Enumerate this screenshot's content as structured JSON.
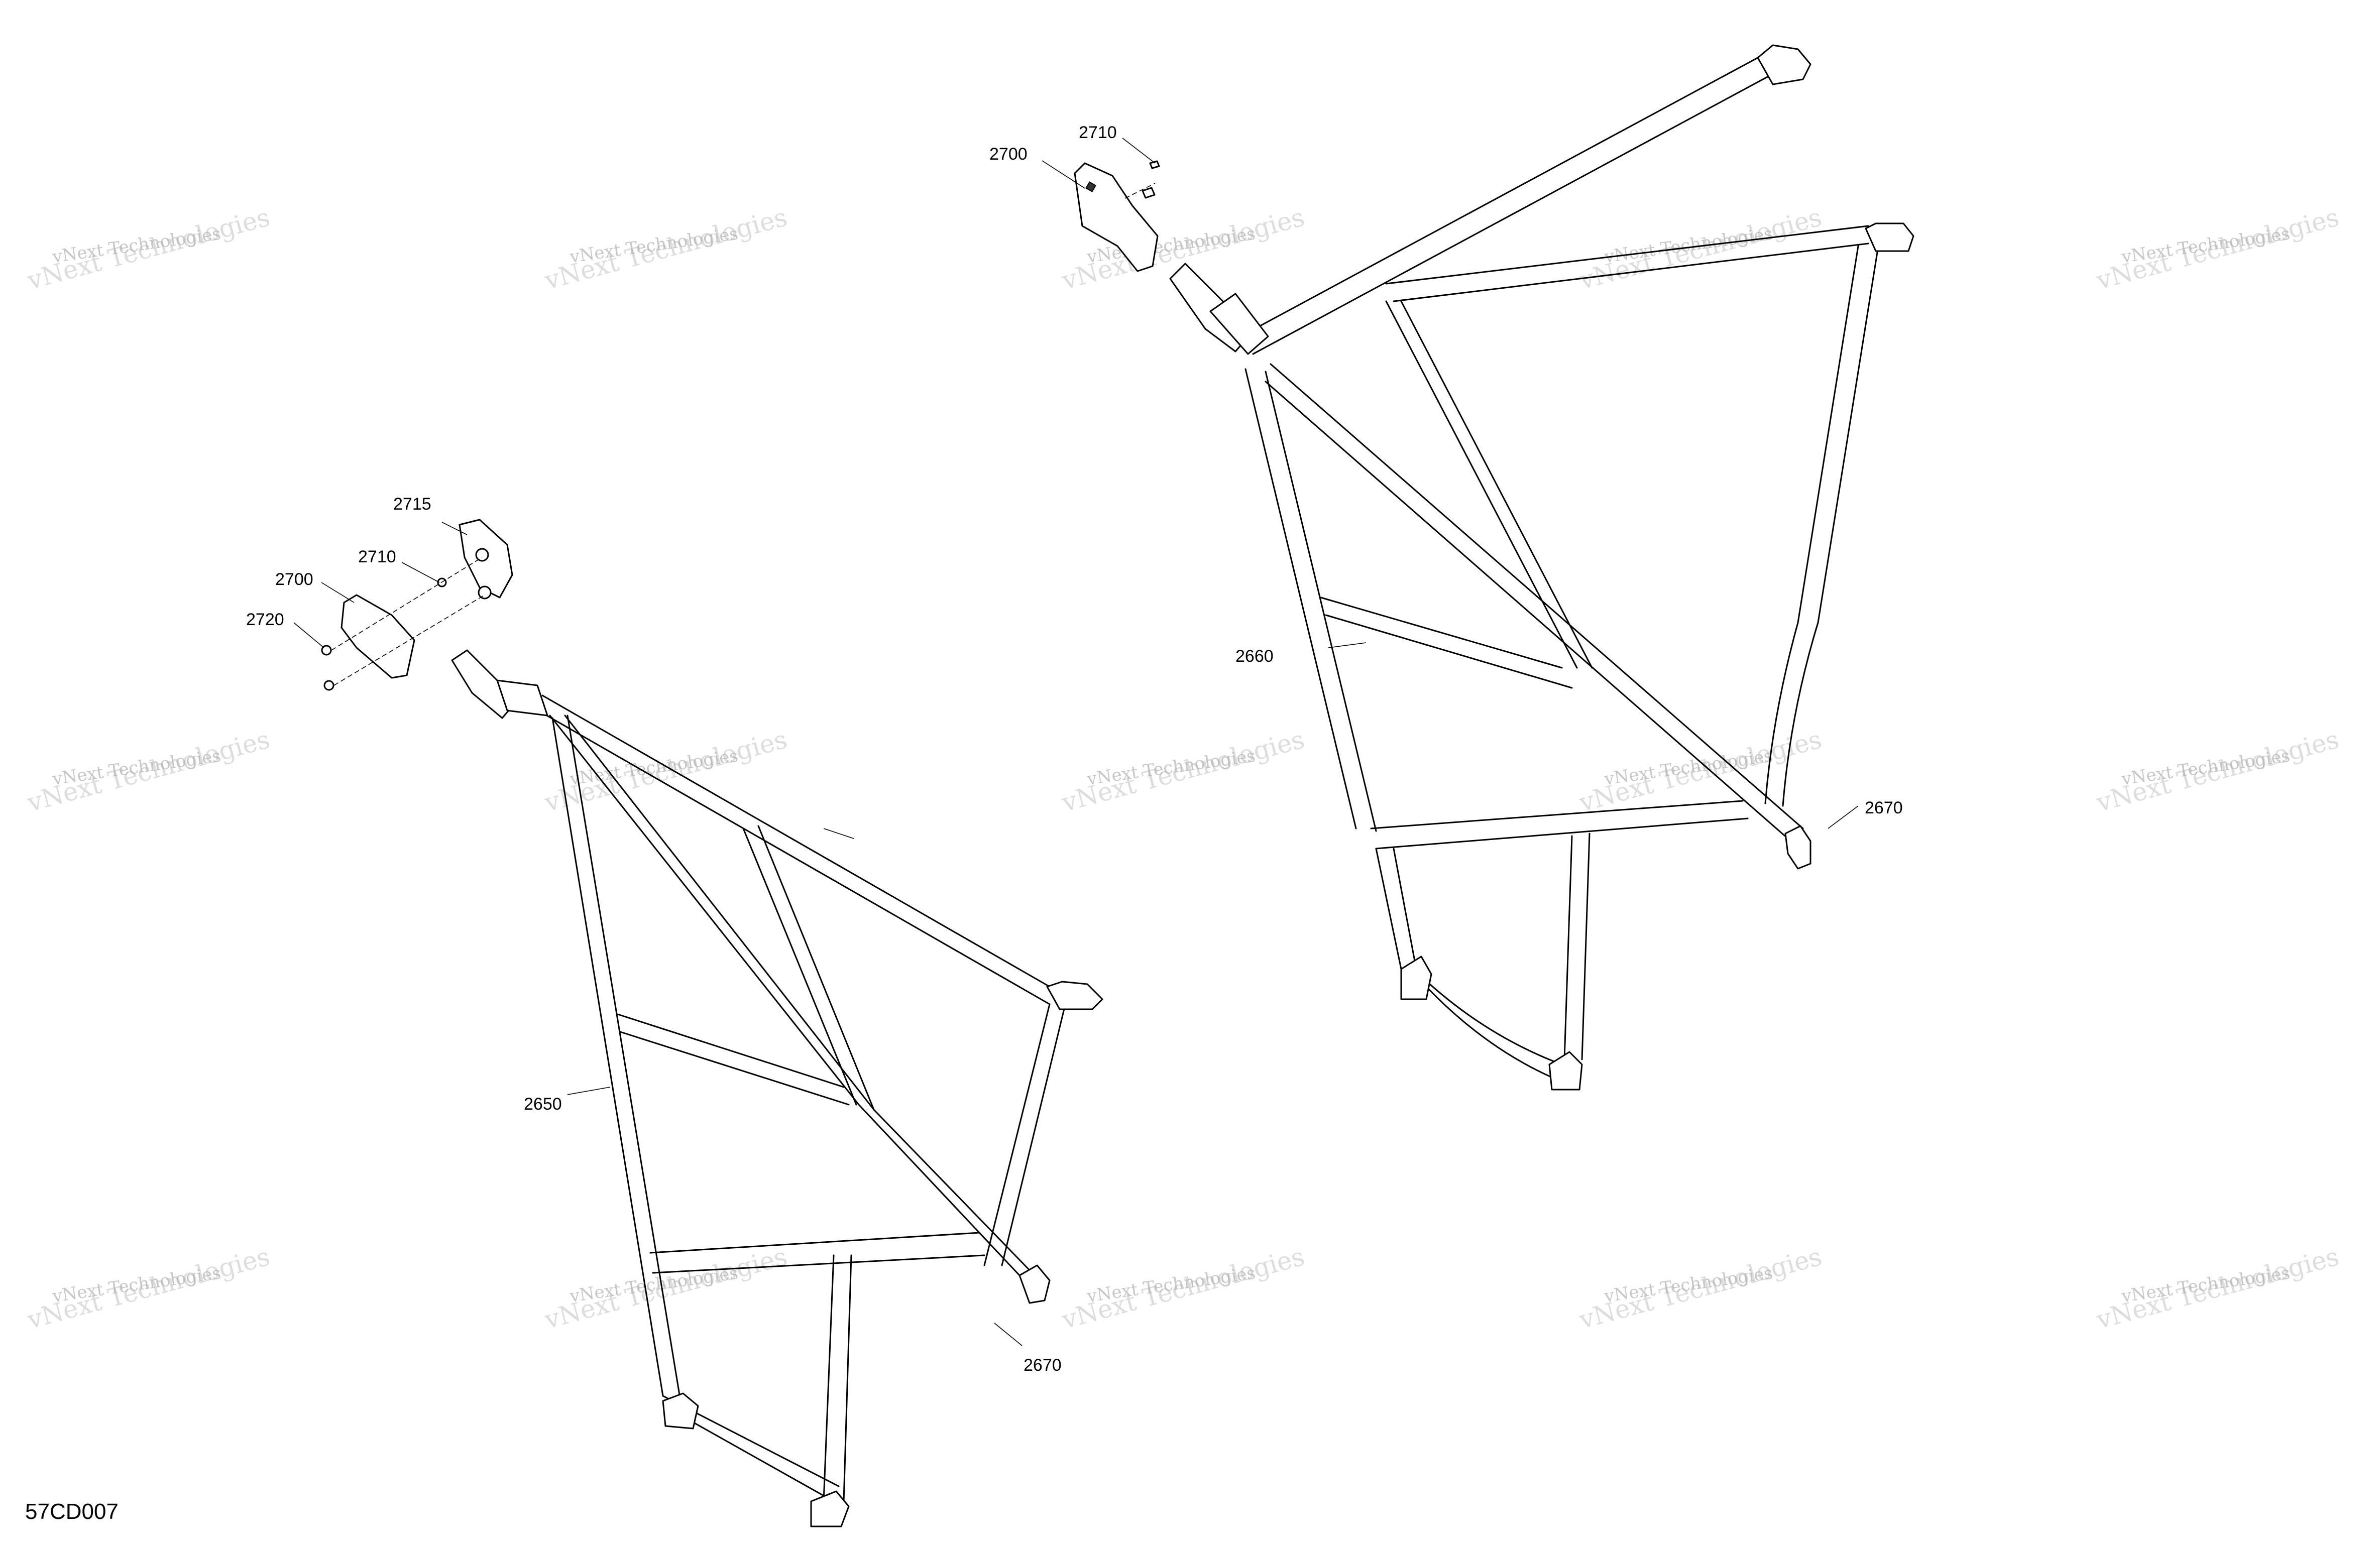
{
  "diagram_code": "57CD007",
  "watermark": {
    "line1": "vNext Technologies",
    "line2": "vNext Technologies"
  },
  "callouts": {
    "left_net": "2650",
    "right_net": "2660",
    "screw_left": "2670",
    "screw_right": "2670",
    "buckle_left": "2700",
    "buckle_right": "2700",
    "bolt_left": "2710",
    "bolt_right": "2710",
    "plate_left": "2715",
    "nut_left": "2720"
  }
}
